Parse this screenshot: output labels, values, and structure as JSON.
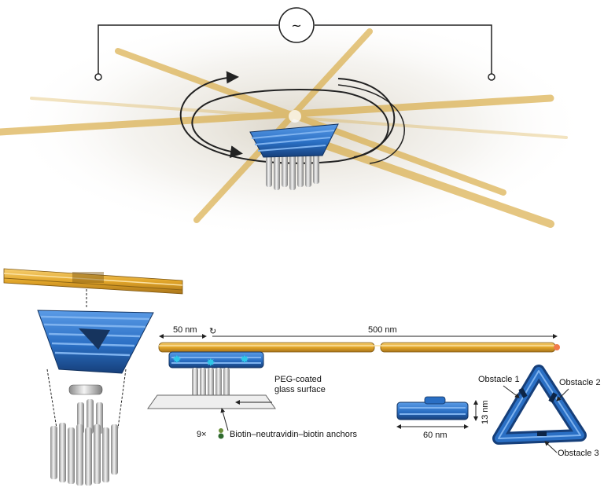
{
  "ac_source": {
    "symbol": "~"
  },
  "dimensions": {
    "arm_width": "50 nm",
    "arm_length": "500 nm",
    "base_width": "60 nm",
    "base_height": "13 nm"
  },
  "labels": {
    "surface": [
      "PEG-coated",
      "glass surface"
    ],
    "anchor_count": "9×",
    "anchors": "Biotin–neutravidin–biotin anchors",
    "obstacle_1": "Obstacle 1",
    "obstacle_2": "Obstacle 2",
    "obstacle_3": "Obstacle 3"
  },
  "colors": {
    "gold": "#e2a62a",
    "blue": "#2a6fc4",
    "grey": "#d9d9d9",
    "wire": "#222222"
  }
}
